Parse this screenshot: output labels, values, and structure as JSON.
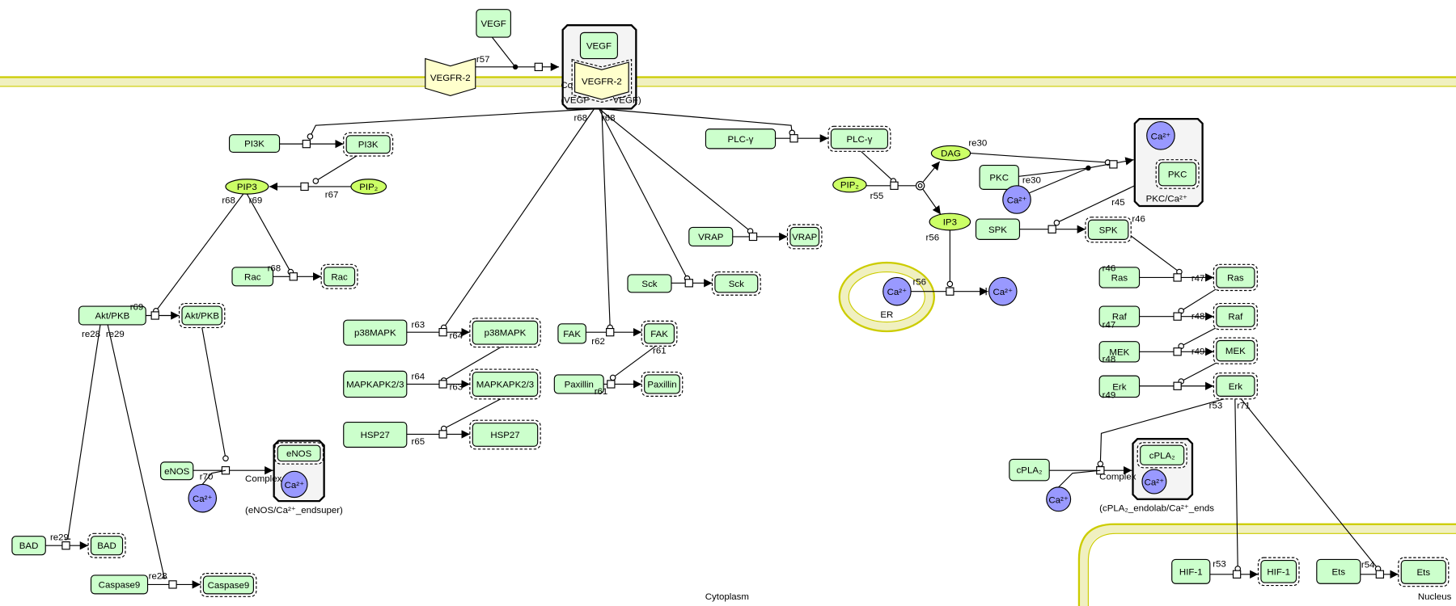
{
  "compartments": {
    "cytoplasm": "Cytoplasm",
    "nucleus": "Nucleus",
    "er": "ER"
  },
  "colors": {
    "protein": "#ccffcc",
    "simple_molecule": "#ccff66",
    "ion": "#9999ff",
    "receptor": "#ffffcc",
    "membrane": "#cccc00",
    "membrane_fill": "#f0f0c0",
    "complex_fill": "#f4f4f4"
  },
  "species": {
    "vegf": "VEGF",
    "vegfr": "VEGFR-2",
    "vegf_c": "VEGF",
    "vegfr_c": "VEGFR-2",
    "pi3k": "PI3K",
    "pi3k_a": "PI3K",
    "pip3": "PIP3",
    "pip2a": "PIP₂",
    "rac": "Rac",
    "rac_a": "Rac",
    "akt": "Akt/PKB",
    "akt_a": "Akt/PKB",
    "p38": "p38MAPK",
    "p38_a": "p38MAPK",
    "mapk": "MAPKAPK2/3",
    "mapk_a": "MAPKAPK2/3",
    "hsp": "HSP27",
    "hsp_a": "HSP27",
    "enos": "eNOS",
    "enos_c": "eNOS",
    "ca_enos": "Ca²⁺",
    "ca_enos_c": "Ca²⁺",
    "bad": "BAD",
    "bad_a": "BAD",
    "casp": "Caspase9",
    "casp_a": "Caspase9",
    "plc": "PLC-γ",
    "plc_a": "PLC-γ",
    "vrap": "VRAP",
    "vrap_a": "VRAP",
    "sck": "Sck",
    "sck_a": "Sck",
    "fak": "FAK",
    "fak_a": "FAK",
    "pax": "Paxillin",
    "pax_a": "Paxillin",
    "pip2b": "PIP₂",
    "dag": "DAG",
    "ip3": "IP3",
    "pkc": "PKC",
    "ca_pkc": "Ca²⁺",
    "pkc_c": "PKC",
    "ca_pkc_c": "Ca²⁺",
    "spk": "SPK",
    "spk_a": "SPK",
    "ras": "Ras",
    "ras_a": "Ras",
    "raf": "Raf",
    "raf_a": "Raf",
    "mek": "MEK",
    "mek_a": "MEK",
    "erk": "Erk",
    "erk_a": "Erk",
    "ca_er": "Ca²⁺",
    "ca_cyt": "Ca²⁺",
    "cpla": "cPLA₂",
    "cpla_c": "cPLA₂",
    "ca_cpla": "Ca²⁺",
    "ca_cpla_c": "Ca²⁺",
    "hif": "HIF-1",
    "hif_a": "HIF-1",
    "ets": "Ets",
    "ets_a": "Ets"
  },
  "complexes": {
    "vegf_complex": [
      "Co",
      "(VEGF",
      "VEGF)"
    ],
    "enos_complex": [
      "Complex",
      "(eNOS/Ca²⁺_endsuper)"
    ],
    "pkc_complex": [
      "PKC/Ca²⁺"
    ],
    "cpla_complex": [
      "Complex",
      "(cPLA₂_endolab/Ca²⁺_ends"
    ]
  },
  "reactions": {
    "r57": "r57",
    "r68v": "r68",
    "r68w": "r68",
    "r67": "r67",
    "r68p": "r68",
    "r69p": "r69",
    "r68": "r68",
    "r69": "r69",
    "re28": "re28",
    "re29": "re29",
    "re29b": "re29",
    "re28b": "re28",
    "r70": "r70",
    "r63": "r63",
    "r64a": "r64",
    "r64": "r64",
    "r63b": "r63",
    "r65": "r65",
    "r62": "r62",
    "r61a": "r61",
    "r61": "r61",
    "r55": "r55",
    "re30a": "re30",
    "re30b": "re30",
    "r45": "r45",
    "r56a": "r56",
    "r56b": "r56",
    "r46a": "r46",
    "r46": "r46",
    "r47a": "r47",
    "r47": "r47",
    "r48a": "r48",
    "r48": "r48",
    "r49a": "r49",
    "r49": "r49",
    "r53a": "r53",
    "r71": "r71",
    "r53": "r53",
    "r54": "r54"
  }
}
